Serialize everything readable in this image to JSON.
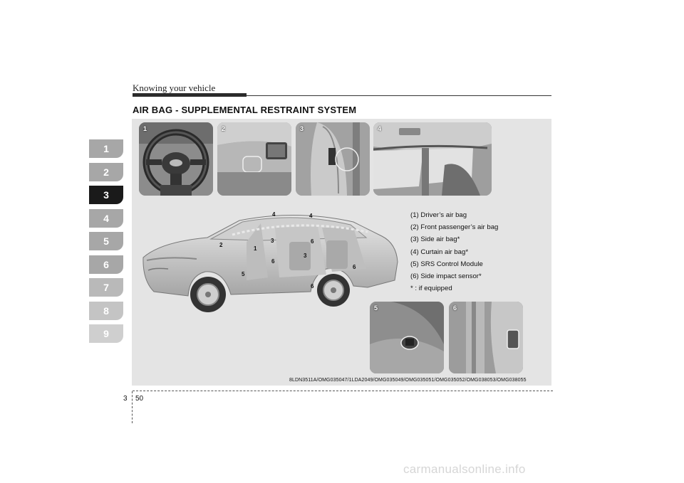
{
  "header": {
    "title": "Knowing your vehicle"
  },
  "section": {
    "title": "AIR BAG - SUPPLEMENTAL RESTRAINT SYSTEM"
  },
  "tabs": [
    {
      "label": "1",
      "color": "#a7a7a7"
    },
    {
      "label": "2",
      "color": "#a7a7a7"
    },
    {
      "label": "3",
      "color": "#1a1a1a"
    },
    {
      "label": "4",
      "color": "#a7a7a7"
    },
    {
      "label": "5",
      "color": "#a7a7a7"
    },
    {
      "label": "6",
      "color": "#a7a7a7"
    },
    {
      "label": "7",
      "color": "#b9b9b9"
    },
    {
      "label": "8",
      "color": "#c4c4c4"
    },
    {
      "label": "9",
      "color": "#cfcfcf"
    }
  ],
  "thumbnails": [
    {
      "number": "1"
    },
    {
      "number": "2"
    },
    {
      "number": "3"
    },
    {
      "number": "4"
    }
  ],
  "car_markers": [
    "4",
    "4",
    "2",
    "3",
    "6",
    "1",
    "3",
    "5",
    "6",
    "6",
    "6"
  ],
  "legend": {
    "items": [
      "(1) Driver’s air bag",
      "(2) Front passenger’s air bag",
      "(3) Side air bag*",
      "(4) Curtain air bag*",
      "(5) SRS Control Module",
      "(6) Side impact sensor*"
    ],
    "note": "* : if equipped"
  },
  "details": [
    {
      "number": "5"
    },
    {
      "number": "6"
    }
  ],
  "image_code": "8LDN3511A/OMG035047/1LDA2049/OMG035049/OMG035051/OMG035052/OMG038053/OMG038055",
  "footer": {
    "chapter": "3",
    "page": "50"
  },
  "watermark": "carmanualsonline.info"
}
